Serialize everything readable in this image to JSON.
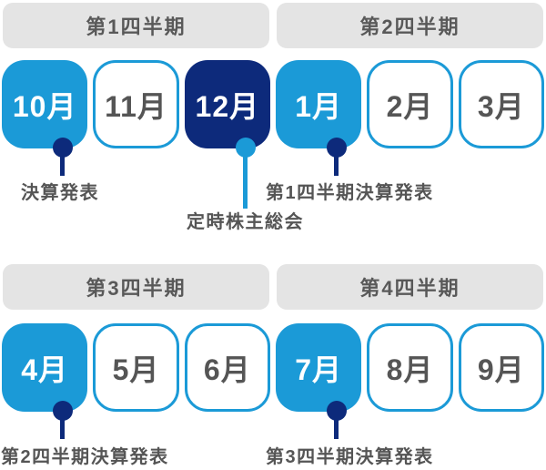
{
  "colors": {
    "accent_blue": "#1B9AD7",
    "navy": "#0D2A7B",
    "quarter_header_bg": "#E4E4E4",
    "quarter_header_text": "#595959",
    "month_outline_text": "#555555",
    "annotation_text": "#555555",
    "background": "#ffffff"
  },
  "quarters": [
    {
      "label": "第1四半期"
    },
    {
      "label": "第2四半期"
    },
    {
      "label": "第3四半期"
    },
    {
      "label": "第4四半期"
    }
  ],
  "rows": [
    {
      "months": [
        {
          "label": "10月",
          "style": "filled-blue",
          "pin": "navy"
        },
        {
          "label": "11月",
          "style": "outline",
          "pin": "none"
        },
        {
          "label": "12月",
          "style": "filled-navy",
          "pin": "blue-long"
        },
        {
          "label": "1月",
          "style": "filled-blue",
          "pin": "navy"
        },
        {
          "label": "2月",
          "style": "outline",
          "pin": "none"
        },
        {
          "label": "3月",
          "style": "outline",
          "pin": "none"
        }
      ],
      "annotations": [
        {
          "text": "決算発表",
          "anchor_month": "10月"
        },
        {
          "text": "定時株主総会",
          "anchor_month": "12月"
        },
        {
          "text": "第1四半期決算発表",
          "anchor_month": "1月"
        }
      ]
    },
    {
      "months": [
        {
          "label": "4月",
          "style": "filled-blue",
          "pin": "navy"
        },
        {
          "label": "5月",
          "style": "outline",
          "pin": "none"
        },
        {
          "label": "6月",
          "style": "outline",
          "pin": "none"
        },
        {
          "label": "7月",
          "style": "filled-blue",
          "pin": "navy"
        },
        {
          "label": "8月",
          "style": "outline",
          "pin": "none"
        },
        {
          "label": "9月",
          "style": "outline",
          "pin": "none"
        }
      ],
      "annotations": [
        {
          "text": "第2四半期決算発表",
          "anchor_month": "4月"
        },
        {
          "text": "第3四半期決算発表",
          "anchor_month": "7月"
        }
      ]
    }
  ]
}
